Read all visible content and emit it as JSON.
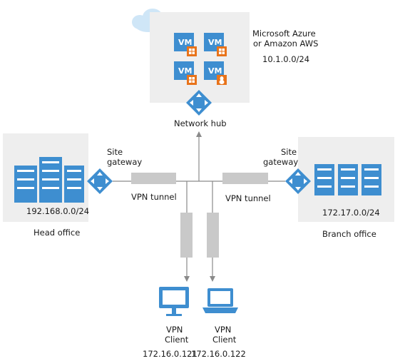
{
  "cloud": {
    "title_line1": "Microsoft Azure",
    "title_line2": "or Amazon AWS",
    "subnet": "10.1.0.0/24",
    "vms": [
      "VM",
      "VM",
      "VM",
      "VM"
    ],
    "vm_os_icons": [
      "windows-icon",
      "windows-icon",
      "windows-icon",
      "linux-icon"
    ]
  },
  "hub": {
    "label": "Network hub"
  },
  "head_office": {
    "gateway_line1": "Site",
    "gateway_line2": "gateway",
    "subnet": "192.168.0.0/24",
    "label": "Head office",
    "tunnel_label": "VPN tunnel"
  },
  "branch_office": {
    "gateway_line1": "Site",
    "gateway_line2": "gateway",
    "subnet": "172.17.0.0/24",
    "label": "Branch office",
    "tunnel_label": "VPN tunnel"
  },
  "clients": [
    {
      "line1": "VPN",
      "line2": "Client",
      "ip": "172.16.0.121",
      "device": "desktop-monitor-icon"
    },
    {
      "line1": "VPN",
      "line2": "Client",
      "ip": "172.16.0.122",
      "device": "laptop-icon"
    }
  ],
  "colors": {
    "primary_blue": "#3e8ed0",
    "panel_gray": "#eeeeee",
    "tunnel_gray": "#c9c9c9",
    "line_gray": "#8a8a8a",
    "windows_badge": "#e8731a",
    "cloud": "#cfe6f7"
  }
}
